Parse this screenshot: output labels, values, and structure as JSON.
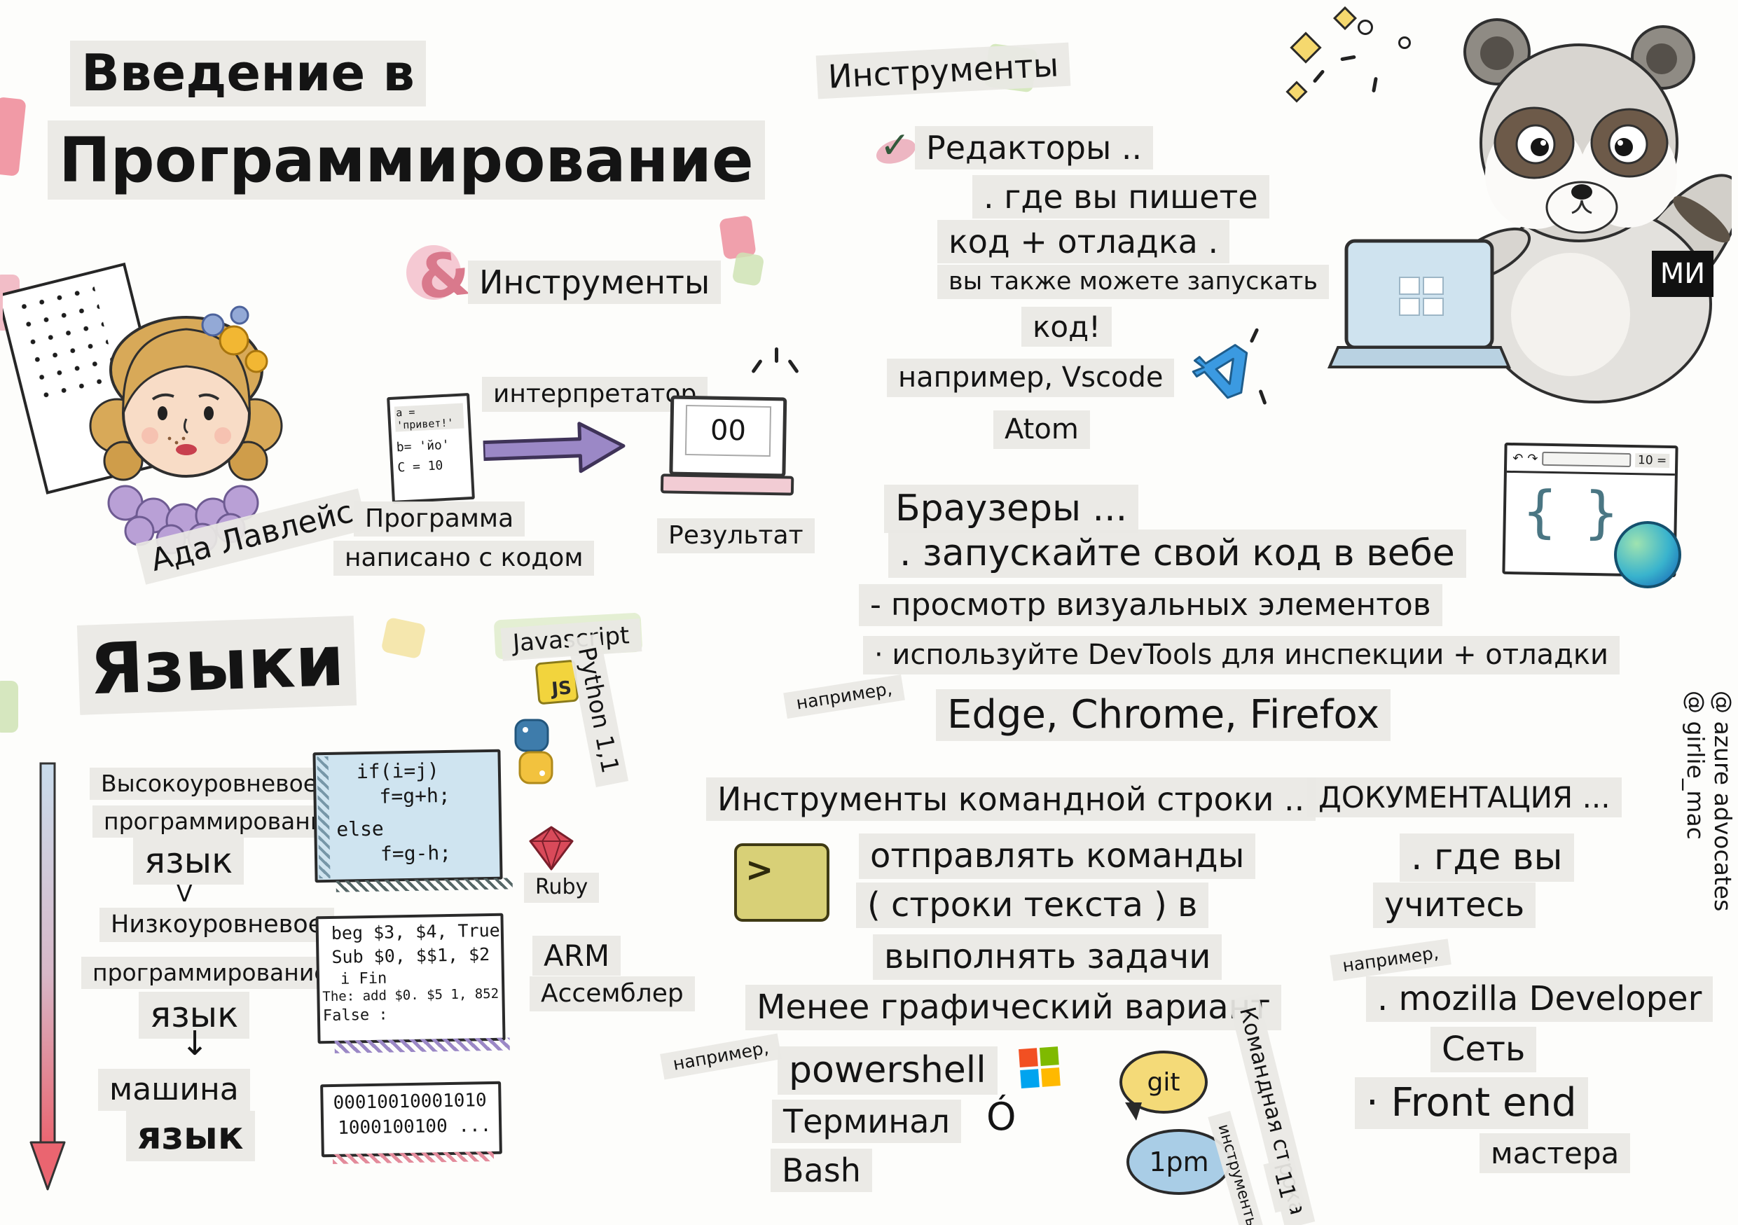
{
  "title": {
    "line1": "Введение в",
    "line2": "Программирование"
  },
  "ada": {
    "name": "Ада Лавлейс"
  },
  "tools_inline": {
    "amp": "&",
    "label": "Инструменты"
  },
  "flow": {
    "doc_lines": [
      "a = 'привет!'",
      "b= 'йо'",
      "C = 10"
    ],
    "interpreter": "интерпретатор",
    "screen": "00",
    "program1": "Программа",
    "program2": "написано с кодом",
    "result": "Результат"
  },
  "languages": {
    "title": "Языки",
    "high1": "Высокоуровневое",
    "high2": "программирование",
    "high3": "язык",
    "v": "V",
    "low1": "Низкоуровневое",
    "low2": "программирование",
    "low3": "язык",
    "down_arrow": "↓",
    "machine1": "машина",
    "machine2": "язык",
    "javascript": "Javascript",
    "js_badge": "JS",
    "python": "Python 1,1",
    "code_lines": [
      "if(i=j)",
      "f=g+h;",
      "else",
      "f=g-h;"
    ],
    "ruby": "Ruby",
    "asm_lines": [
      "beg $3, $4, True",
      "Sub $0, $$1, $2",
      "i Fin",
      "The: add $0. $5 1, 852",
      "False :"
    ],
    "arm1": "ARM",
    "arm2": "Ассемблер",
    "binary_lines": [
      "00010010001010",
      "1000100100 ..."
    ]
  },
  "tools_note": {
    "label": "Инструменты"
  },
  "editors": {
    "check": "✓",
    "heading": "Редакторы ..",
    "line1": ". где вы пишете",
    "line2": "код + отладка .",
    "line3": "вы также можете запускать",
    "line4": "код!",
    "example1": "например, Vscode",
    "example2": "Atom"
  },
  "mascot": {
    "badge": "МИ"
  },
  "browser_window": {
    "badge": "10 =",
    "back_icon": "↶",
    "forward_icon": "↷",
    "brace_left": "{",
    "brace_right": "}"
  },
  "browsers": {
    "heading": "Браузеры ...",
    "line1": ". запускайте свой код в вебе",
    "line2": "- просмотр визуальных элементов",
    "line3": "· используйте DevTools для инспекции + отладки",
    "note": "например,",
    "examples": "Edge, Chrome, Firefox"
  },
  "cli": {
    "heading": "Инструменты командной строки ..",
    "prompt": ">",
    "line1": "отправлять команды",
    "line2": "( строки текста ) в",
    "line3": "выполнять задачи",
    "line4": "Менее графический вариант",
    "note": "например,",
    "powershell": "powershell",
    "terminal": "Терминал",
    "terminal_glyph": "Ó",
    "bash": "Bash",
    "bubble_git": "git",
    "bubble_1pm": "1pm",
    "side1": "Командная строка",
    "side2": "11",
    "side3": "инструменты"
  },
  "docs": {
    "heading": "ДОКУМЕНТАЦИЯ ...",
    "line1": ". где вы",
    "line2": "учитесь",
    "note": "например,",
    "item1a": ". mozilla Developer",
    "item1b": "Сеть",
    "item2a": "· Front end",
    "item2b": "мастера"
  },
  "credits": {
    "line1": "@ azure advocates",
    "line2": "@ girlie_mac"
  },
  "palette": {
    "highlight": "#e9e8e4",
    "arrow_purple": "#9b88c6",
    "gradient_pink": "#ea6570",
    "js_yellow": "#f2d43d",
    "ruby_red": "#d94a5a",
    "terminal_olive": "#d8d077",
    "bubble_yellow": "#f4da78",
    "bubble_blue": "#a9cde6",
    "edge_blue": "#1b6fb8"
  }
}
